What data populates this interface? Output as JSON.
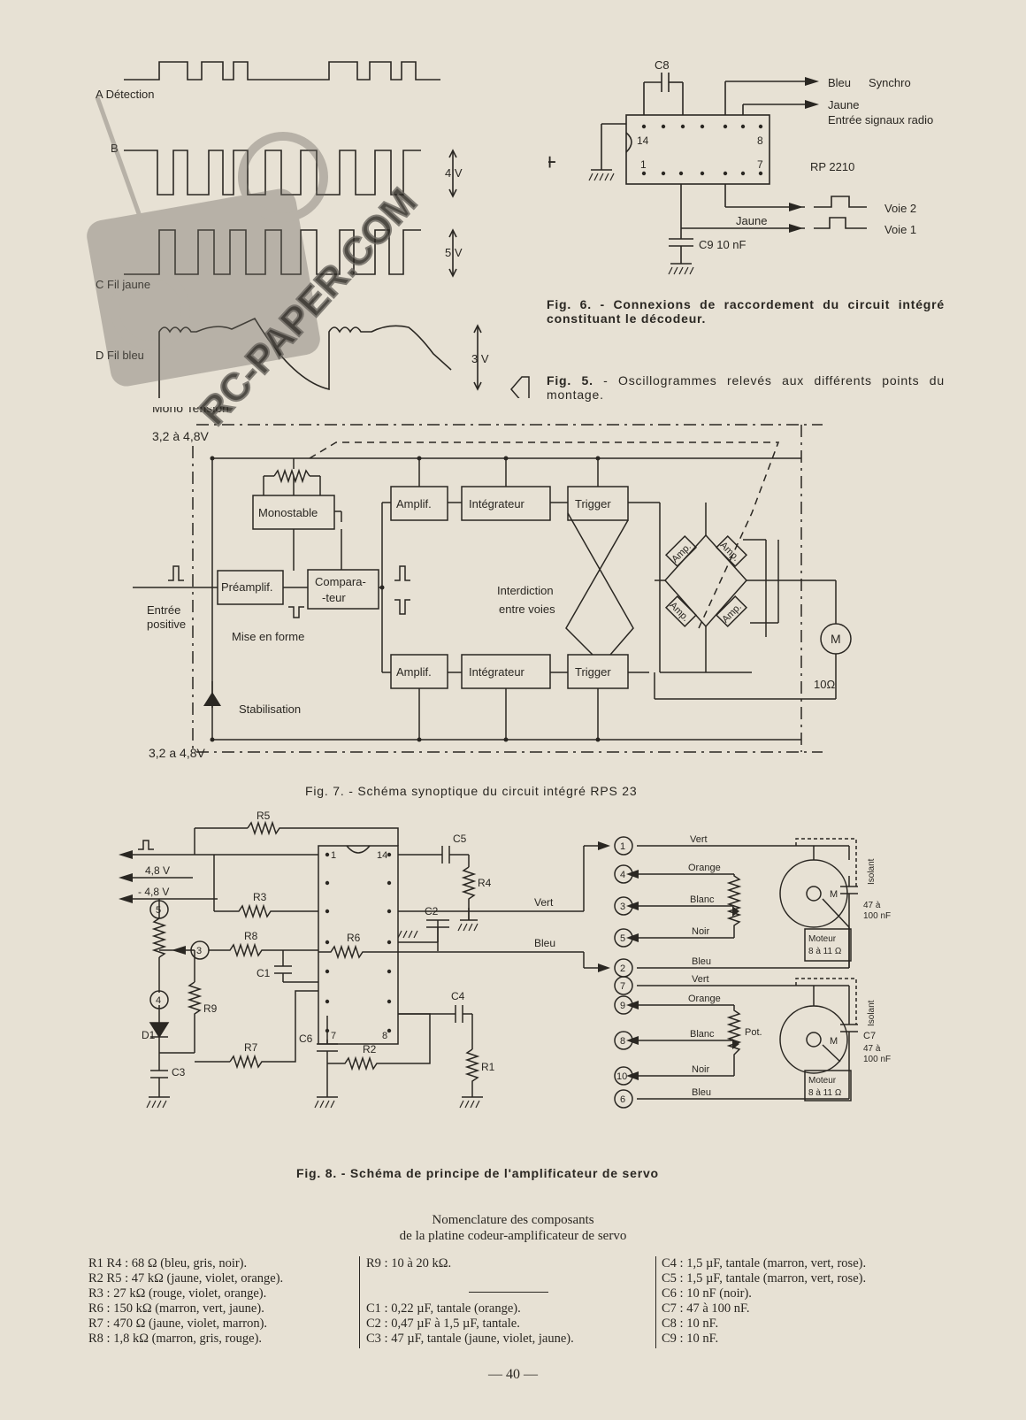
{
  "fig5": {
    "label_a": "A  Détection",
    "label_b": "B",
    "label_c": "C  Fil jaune",
    "label_d": "D  Fil bleu",
    "v_b": "4 V",
    "v_c": "5 V",
    "v_d": "3 V",
    "caption_num": "Fig. 5.",
    "caption_text": " - Oscillogrammes relevés aux différents points du montage."
  },
  "fig6": {
    "c8": "C8",
    "bleu": "Bleu",
    "synchro": "Synchro",
    "jaune_top": "Jaune",
    "entree": "Entrée signaux radio",
    "pin14": "14",
    "pin8": "8",
    "pin1": "1",
    "pin7": "7",
    "ic": "RP 2210",
    "plus": "+",
    "jaune": "Jaune",
    "c9": "C9  10 nF",
    "voie2": "Voie 2",
    "voie1": "Voie 1",
    "caption_num": "Fig. 6.",
    "caption_text": " - Connexions de raccordement du circuit intégré constituant le décodeur."
  },
  "fig7": {
    "mono_tension": "Mono Tension",
    "volt_top": "3,2 à 4,8V",
    "volt_bottom": "3,2 a 4,8V",
    "monostable": "Monostable",
    "amplif_top": "Amplif.",
    "integrateur_top": "Intégrateur",
    "trigger_top": "Trigger",
    "preamplif": "Préamplif.",
    "comparateur_1": "Compara-",
    "comparateur_2": "-teur",
    "interdiction_1": "Interdiction",
    "interdiction_2": "entre voies",
    "entree_1": "Entrée",
    "entree_2": "positive",
    "mise_en_forme": "Mise en forme",
    "amp": "Amp.",
    "motor": "M",
    "resist": "10Ω",
    "amplif_bot": "Amplif.",
    "integrateur_bot": "Intégrateur",
    "trigger_bot": "Trigger",
    "stabilisation": "Stabilisation",
    "caption": "Fig. 7. - Schéma synoptique du circuit intégré  RPS 23"
  },
  "fig8": {
    "r5": "R5",
    "c5": "C5",
    "r4": "R4",
    "r3": "R3",
    "v1": "4,8 V",
    "v2": "- 4,8 V",
    "pin1": "1",
    "pin14": "14",
    "pin7": "7",
    "pin8": "8",
    "c2": "C2",
    "r8": "R8",
    "r6": "R6",
    "c1": "C1",
    "c4": "C4",
    "r9": "R9",
    "d1": "D1",
    "c3": "C3",
    "r7": "R7",
    "c6": "C6",
    "r2": "R2",
    "r1": "R1",
    "n5": "5",
    "n3": "3",
    "n4": "4",
    "vert_wire": "Vert",
    "bleu_wire": "Bleu",
    "t1": "1",
    "t4": "4",
    "t3": "3",
    "t5": "5",
    "t2": "2",
    "t7": "7",
    "t9": "9",
    "t8": "8",
    "t10": "10",
    "t6": "6",
    "lab_vert1": "Vert",
    "lab_orange1": "Orange",
    "lab_blanc1": "Blanc",
    "lab_noir1": "Noir",
    "lab_bleu1": "Bleu",
    "lab_vert2": "Vert",
    "lab_orange2": "Orange",
    "lab_blanc2": "Blanc",
    "lab_noir2": "Noir",
    "lab_bleu2": "Bleu",
    "pot": "Pot.",
    "m": "M",
    "moteur": "Moteur",
    "moteur_r": "8 à 11 Ω",
    "isolant": "Isolant",
    "c7": "C7",
    "cap_val_1": "47 à",
    "cap_val_2": "100 nF",
    "caption": "Fig. 8. - Schéma de principe de l'amplificateur de servo"
  },
  "nomenclature": {
    "title_1": "Nomenclature des composants",
    "title_2": "de la platine codeur-amplificateur de servo",
    "col1": [
      "R1  R4 :  68  Ω  (bleu, gris, noir).",
      "R2  R5 :  47  kΩ  (jaune, violet, orange).",
      "R3  :  27  kΩ  (rouge, violet, orange).",
      "R6  :  150  kΩ  (marron, vert, jaune).",
      "R7  :  470  Ω  (jaune, violet, marron).",
      "R8  :  1,8  kΩ  (marron, gris, rouge)."
    ],
    "col2": [
      "R9  :  10  à  20  kΩ.",
      "",
      "",
      "C1  :  0,22  µF,  tantale  (orange).",
      "C2  :  0,47  µF  à  1,5  µF,  tantale.",
      "C3  :  47  µF,  tantale  (jaune, violet, jaune)."
    ],
    "col3": [
      "C4  :  1,5  µF,  tantale  (marron, vert, rose).",
      "C5  :  1,5  µF,  tantale  (marron, vert, rose).",
      "C6  :  10  nF  (noir).",
      "C7  :  47  à  100  nF.",
      "C8  :  10  nF.",
      "C9  :  10  nF."
    ]
  },
  "page_number": "— 40 —",
  "watermark": "RC-PAPER.COM"
}
